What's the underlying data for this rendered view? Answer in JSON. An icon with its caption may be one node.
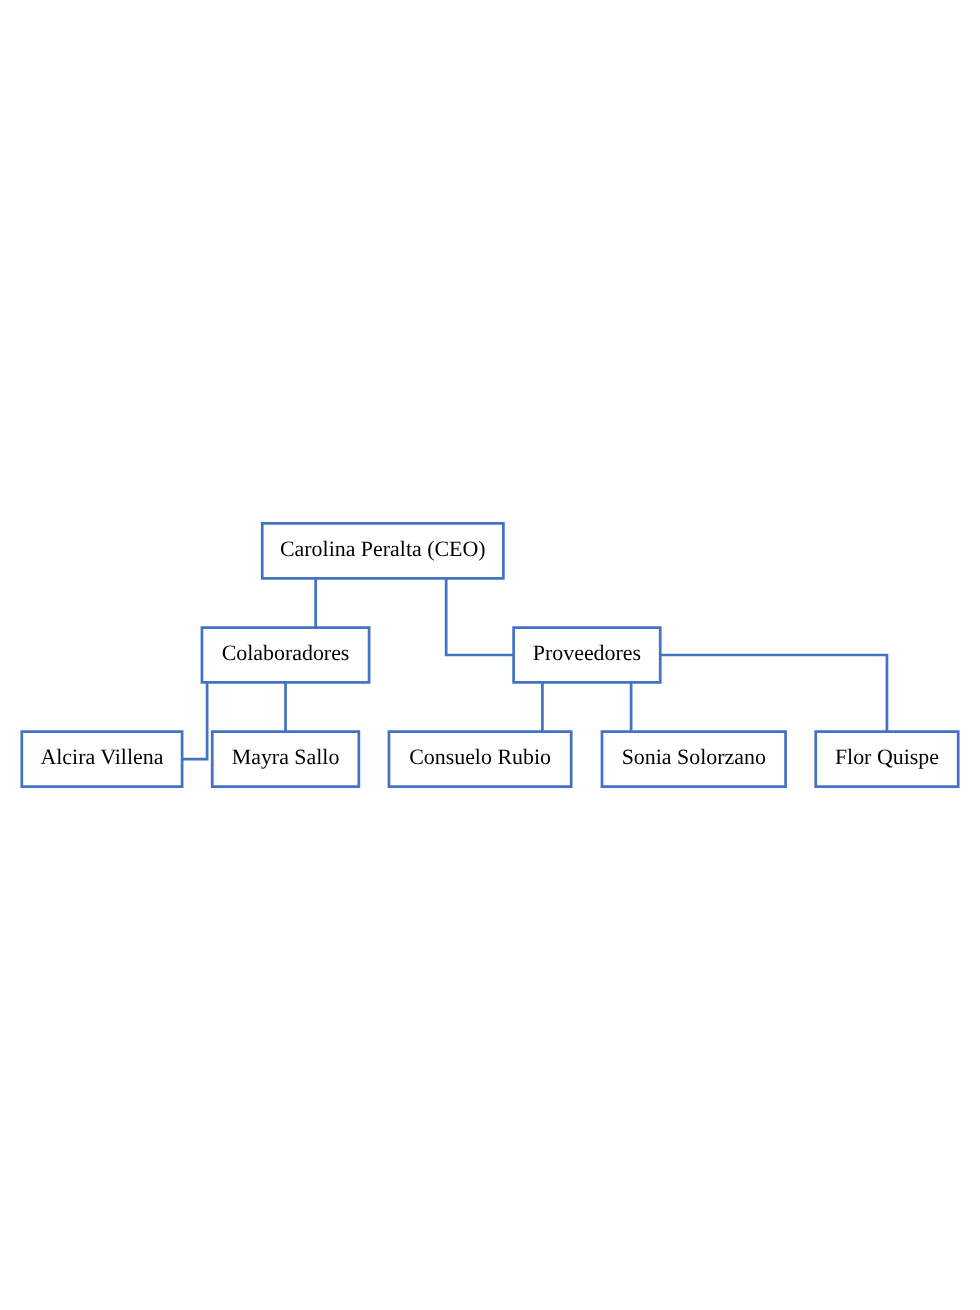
{
  "diagram": {
    "nodes": [
      {
        "text": [
          "Carolina Peralta (CEO)"
        ]
      },
      {
        "text": [
          "Colaboradores"
        ]
      },
      {
        "text": [
          "Proveedores"
        ]
      },
      {
        "text": [
          "Alcira Villena"
        ]
      },
      {
        "text": [
          "Mayra Sallo"
        ]
      },
      {
        "text": [
          "Consuelo Rubio"
        ]
      },
      {
        "text": [
          "Sonia Solorzano"
        ]
      },
      {
        "text": [
          "Flor Quispe"
        ]
      }
    ],
    "edges": [
      {
        "from": 0,
        "to": 1,
        "arrow": "none"
      },
      {
        "from": 0,
        "to": 2,
        "arrow": "none"
      },
      {
        "from": 1,
        "to": 3,
        "arrow": "none"
      },
      {
        "from": 1,
        "to": 4,
        "arrow": "none"
      },
      {
        "from": 2,
        "to": 5,
        "arrow": "none"
      },
      {
        "from": 2,
        "to": 6,
        "arrow": "none"
      },
      {
        "from": 2,
        "to": 7,
        "arrow": "none"
      }
    ]
  }
}
